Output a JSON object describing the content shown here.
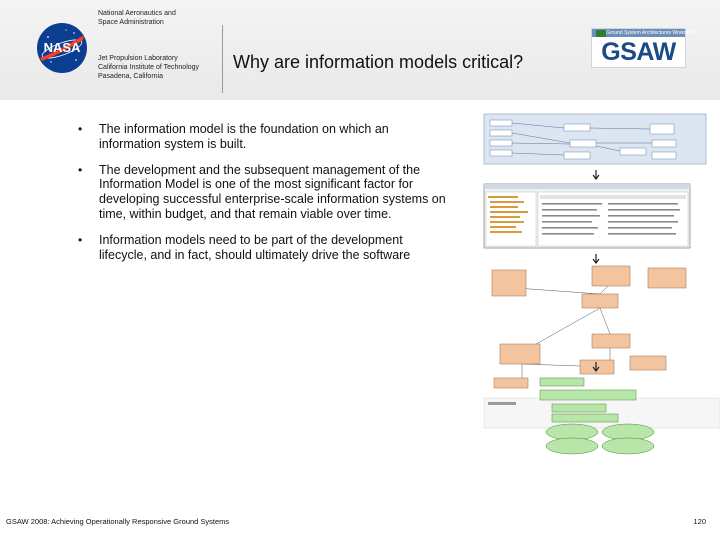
{
  "header": {
    "org_line1": "National Aeronautics and",
    "org_line2": "Space Administration",
    "lab_line1": "Jet Propulsion Laboratory",
    "lab_line2": "California Institute of Technology",
    "lab_line3": "Pasadena, California",
    "logo_text": "NASA",
    "gsaw_banner": "Ground System Architectures Workshop",
    "gsaw_text": "GSAW",
    "title": "Why are information models critical?"
  },
  "bullets": [
    "The information model is the foundation on which an information system is built.",
    "The development and the subsequent management of the Information Model is one of the most significant factor for developing successful enterprise-scale information systems on time, within budget, and that remain viable over time.",
    "Information models need to be part of the development lifecycle, and in fact, should ultimately drive the software"
  ],
  "bullet_symbol": "•",
  "footer": {
    "text": "GSAW 2008: Achieving Operationally Responsive Ground Systems",
    "page": "120"
  },
  "colors": {
    "nasa_blue": "#0b3d91",
    "nasa_red": "#fc3d21",
    "uml_box": "#f2c4a0",
    "uml_green": "#b8e6a8"
  }
}
